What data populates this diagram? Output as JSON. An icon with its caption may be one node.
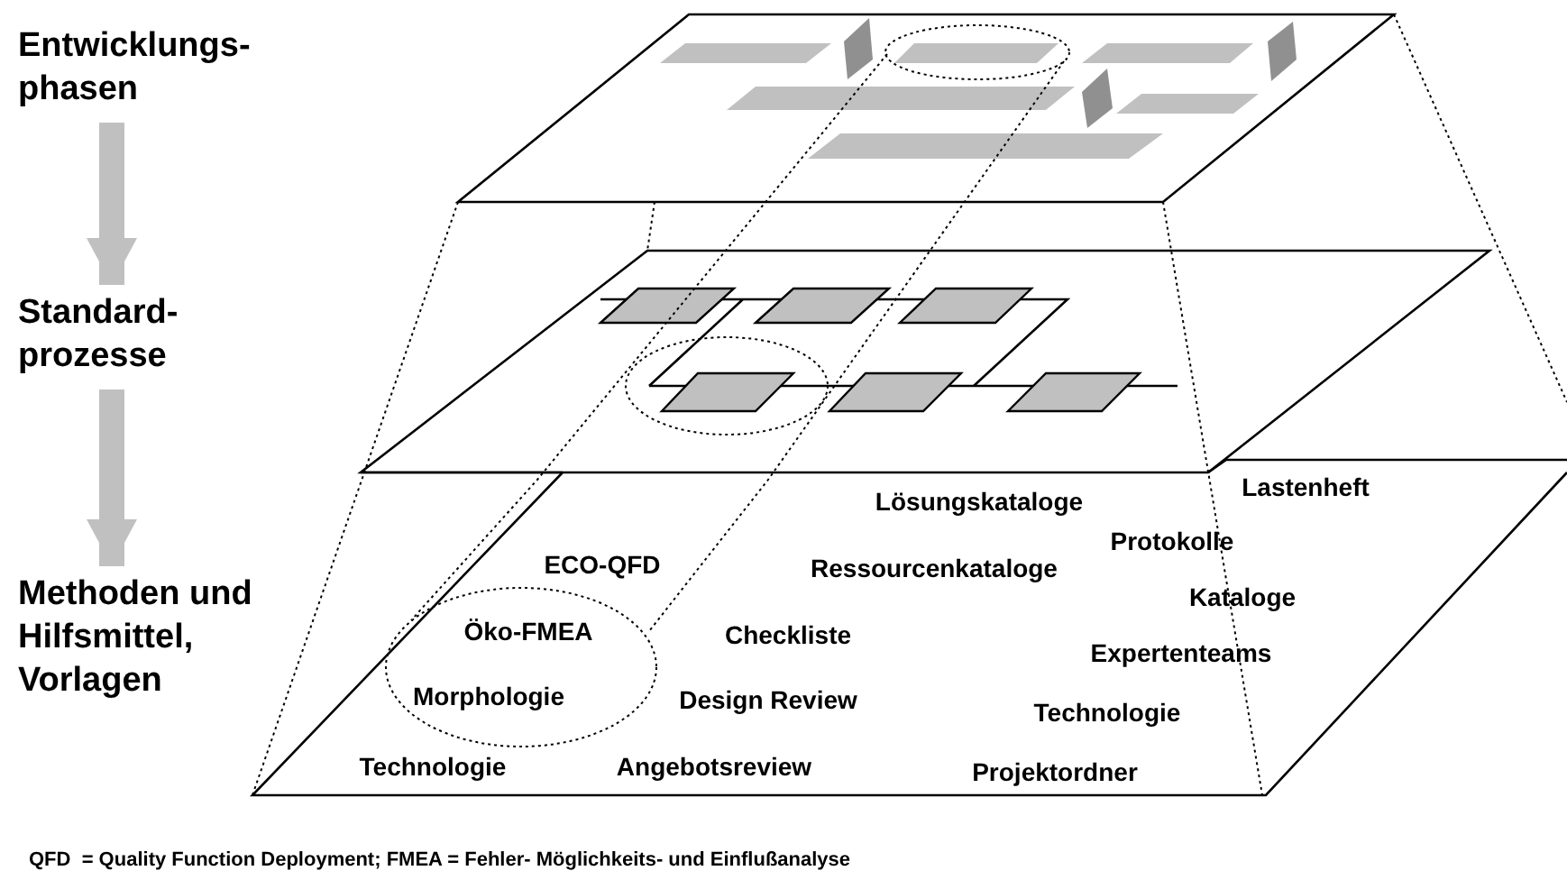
{
  "diagram": {
    "caption": "QFD  = Quality Function Deployment; FMEA = Fehler- Möglichkeits- und Einflußanalyse",
    "nodes": [
      {
        "text": [
          "Entwicklungs- phasen"
        ]
      },
      {
        "text": [
          "Standard- prozesse"
        ]
      },
      {
        "text": [
          "Methoden und Hilfsmittel, Vorlagen"
        ]
      }
    ],
    "edges": [
      {
        "from": 0,
        "to": 1,
        "arrow": "to"
      },
      {
        "from": 1,
        "to": 2,
        "arrow": "to"
      }
    ],
    "labels": [
      "Lastenheft",
      "Lösungskataloge",
      "Protokolle",
      "ECO-QFD",
      "Ressourcenkataloge",
      "Kataloge",
      "Öko-FMEA",
      "Checkliste",
      "Expertenteams",
      "Morphologie",
      "Design Review",
      "Technologie",
      "Technologie",
      "Angebotsreview",
      "Projektordner"
    ]
  }
}
